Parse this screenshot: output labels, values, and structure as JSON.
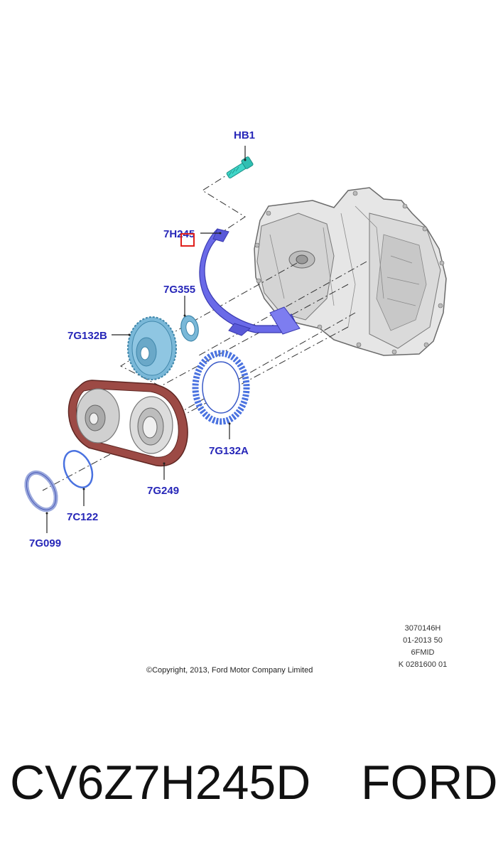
{
  "labels": {
    "hb1": "HB1",
    "band": "7H245",
    "washer": "7G355",
    "sprocket_b": "7G132B",
    "sprocket_a": "7G132A",
    "chain": "7G249",
    "snap_ring": "7C122",
    "bearing_ring": "7G099"
  },
  "meta": {
    "line1": "3070146H",
    "line2": "01-2013 50",
    "line3": "6FMID",
    "line4": "K 0281600 01"
  },
  "copyright": "©Copyright, 2013, Ford Motor Company Limited",
  "footer": {
    "part_number": "CV6Z7H245D",
    "brand": "FORD"
  },
  "colors": {
    "label_blue": "#2626b8",
    "bolt_teal": "#3fd6c8",
    "band_purple": "#6a6ae8",
    "sprocket_blue": "#7ab8d8",
    "ring_blue": "#4a72e0",
    "chain_red": "#9c4a45",
    "highlight_red": "#e0201c"
  }
}
